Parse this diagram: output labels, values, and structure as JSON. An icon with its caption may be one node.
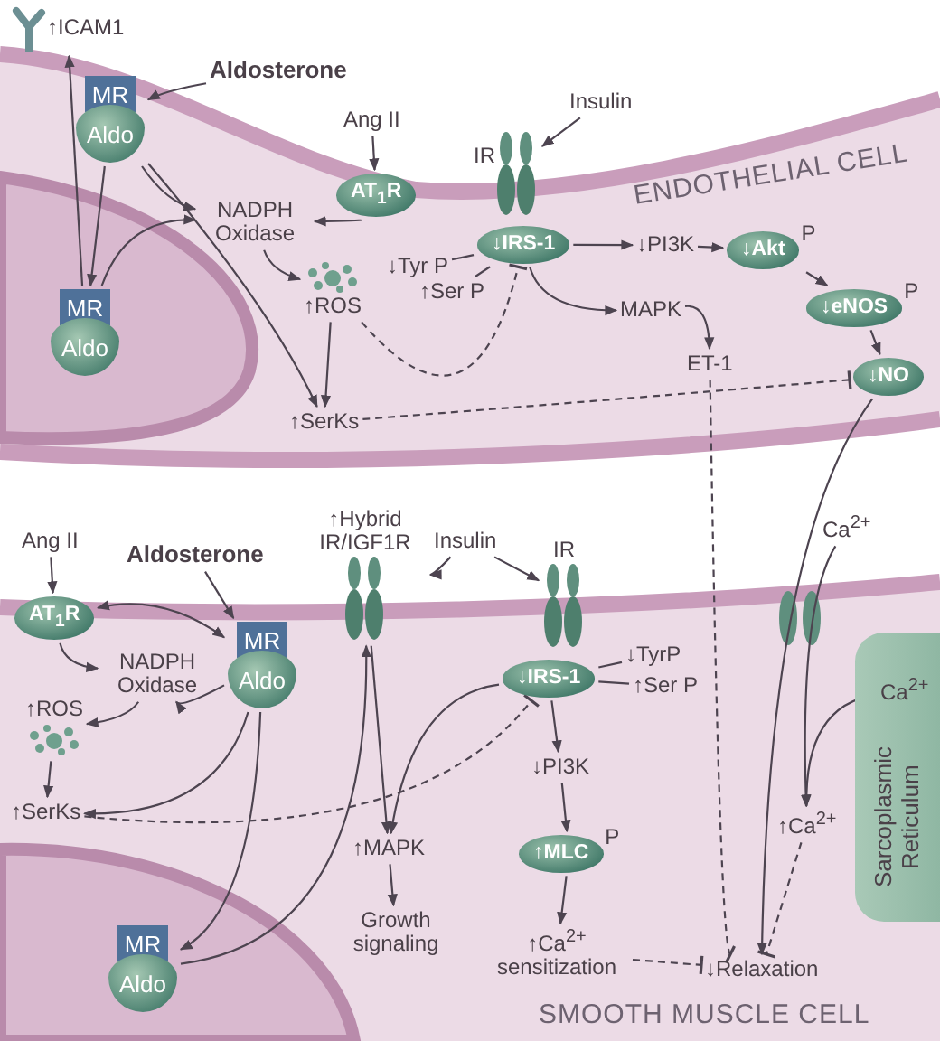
{
  "diagram": {
    "nodes": [
      {
        "text": [
          "↑ICAM1"
        ]
      },
      {
        "text": [
          "Aldosterone"
        ]
      },
      {
        "text": [
          "MR",
          "Aldo"
        ]
      },
      {
        "text": [
          "Ang II"
        ]
      },
      {
        "text": [
          "AT$_{1}$R"
        ]
      },
      {
        "text": [
          "Insulin"
        ]
      },
      {
        "text": [
          "IR"
        ]
      },
      {
        "text": [
          "NADPH Oxidase"
        ]
      },
      {
        "text": [
          "MR",
          "Aldo"
        ]
      },
      {
        "text": [
          "↑ROS"
        ]
      },
      {
        "text": [
          "↓Tyr P"
        ]
      },
      {
        "text": [
          "↑Ser P"
        ]
      },
      {
        "text": [
          "↓IRS-1"
        ]
      },
      {
        "text": [
          "↓PI3K"
        ]
      },
      {
        "text": [
          "↓Akt"
        ],
        "beside": [
          "P"
        ]
      },
      {
        "text": [
          "↓eNOS"
        ],
        "beside": [
          "P"
        ]
      },
      {
        "text": [
          "MAPK"
        ]
      },
      {
        "text": [
          "ET-1"
        ]
      },
      {
        "text": [
          "↓NO"
        ]
      },
      {
        "text": [
          "↑SerKs"
        ]
      },
      {
        "text": [
          "Ang II"
        ]
      },
      {
        "text": [
          "Aldosterone"
        ]
      },
      {
        "text": [
          "↑Hybrid IR/IGF1R"
        ]
      },
      {
        "text": [
          "Insulin"
        ]
      },
      {
        "text": [
          "IR"
        ]
      },
      {
        "text": [
          "AT$_{1}$R"
        ]
      },
      {
        "text": [
          "MR",
          "Aldo"
        ]
      },
      {
        "text": [
          "NADPH Oxidase"
        ]
      },
      {
        "text": [
          "↑ROS"
        ]
      },
      {
        "text": [
          "↓IRS-1"
        ]
      },
      {
        "text": [
          "↓TyrP"
        ]
      },
      {
        "text": [
          "↑Ser P"
        ]
      },
      {
        "text": [
          "↑SerKs"
        ]
      },
      {
        "text": [
          "↓PI3K"
        ]
      },
      {
        "text": [
          "↑MAPK"
        ]
      },
      {
        "text": [
          "↑MLC"
        ],
        "beside": [
          "P"
        ]
      },
      {
        "text": [
          "Ca$^{2+}$"
        ]
      },
      {
        "text": [
          "Sarcoplasmic Reticulum"
        ]
      },
      {
        "text": [
          "Ca$^{2+}$"
        ],
        "in": 37
      },
      {
        "text": [
          "↑Ca$^{2+}$"
        ]
      },
      {
        "text": [
          "Growth signaling"
        ]
      },
      {
        "text": [
          "↑Ca$^{2+}$ sensitization"
        ]
      },
      {
        "text": [
          "MR",
          "Aldo"
        ]
      },
      {
        "text": [
          "↓Relaxation"
        ]
      }
    ],
    "edges": [
      {
        "from": 1,
        "to": 2,
        "arrow": "to"
      },
      {
        "from": 2,
        "to": 8,
        "arrow": "to"
      },
      {
        "from": 2,
        "to": 7,
        "arrow": "to"
      },
      {
        "from": 8,
        "to": 7,
        "arrow": "to"
      },
      {
        "from": 2,
        "to": 19,
        "arrow": "to"
      },
      {
        "from": 8,
        "to": 0,
        "arrow": "to"
      },
      {
        "from": 3,
        "to": 4,
        "arrow": "to"
      },
      {
        "from": 4,
        "to": 7,
        "arrow": "to"
      },
      {
        "from": 7,
        "to": 9,
        "arrow": "to"
      },
      {
        "from": 9,
        "to": 19,
        "arrow": "to"
      },
      {
        "from": 9,
        "to": 12,
        "arrow": "other",
        "style": "dashed"
      },
      {
        "from": 19,
        "to": 18,
        "arrow": "other",
        "style": "dashed"
      },
      {
        "from": 5,
        "to": 6,
        "arrow": "to"
      },
      {
        "from": 10,
        "to": 12,
        "arrow": "none"
      },
      {
        "from": 11,
        "to": 12,
        "arrow": "none"
      },
      {
        "from": 12,
        "to": 13,
        "arrow": "to"
      },
      {
        "from": 13,
        "to": 14,
        "arrow": "to"
      },
      {
        "from": 14,
        "to": 15,
        "arrow": "to"
      },
      {
        "from": 15,
        "to": 18,
        "arrow": "to"
      },
      {
        "from": 12,
        "to": 16,
        "arrow": "to"
      },
      {
        "from": 16,
        "to": 17,
        "arrow": "to"
      },
      {
        "from": 17,
        "to": 43,
        "arrow": "other",
        "style": "dashed"
      },
      {
        "from": 18,
        "to": 43,
        "arrow": "to"
      },
      {
        "from": 20,
        "to": 25,
        "arrow": "to"
      },
      {
        "from": 21,
        "to": 26,
        "arrow": "to"
      },
      {
        "from": 25,
        "to": 26,
        "arrow": "both"
      },
      {
        "from": 25,
        "to": 27,
        "arrow": "to"
      },
      {
        "from": 26,
        "to": 27,
        "arrow": "to"
      },
      {
        "from": 27,
        "to": 28,
        "arrow": "to"
      },
      {
        "from": 28,
        "to": 32,
        "arrow": "to"
      },
      {
        "from": 26,
        "to": 32,
        "arrow": "to"
      },
      {
        "from": 26,
        "to": 42,
        "arrow": "to"
      },
      {
        "from": 42,
        "to": 22,
        "arrow": "to"
      },
      {
        "from": 23,
        "to": 22,
        "arrow": "to"
      },
      {
        "from": 23,
        "to": 24,
        "arrow": "to"
      },
      {
        "from": 22,
        "to": 34,
        "arrow": "to"
      },
      {
        "from": 29,
        "to": 34,
        "arrow": "to"
      },
      {
        "from": 34,
        "to": 40,
        "arrow": "to"
      },
      {
        "from": 32,
        "to": 29,
        "arrow": "other",
        "style": "dashed"
      },
      {
        "from": 29,
        "to": 33,
        "arrow": "to"
      },
      {
        "from": 33,
        "to": 35,
        "arrow": "to"
      },
      {
        "from": 35,
        "to": 41,
        "arrow": "to"
      },
      {
        "from": 41,
        "to": 43,
        "arrow": "other",
        "style": "dashed"
      },
      {
        "from": 36,
        "to": 39,
        "arrow": "to"
      },
      {
        "from": 38,
        "to": 39,
        "arrow": "to"
      },
      {
        "from": 39,
        "to": 43,
        "arrow": "other",
        "style": "dashed"
      },
      {
        "from": 30,
        "to": 29,
        "arrow": "none"
      },
      {
        "from": 31,
        "to": 29,
        "arrow": "none"
      }
    ],
    "labels": [
      "ENDOTHELIAL CELL",
      "SMOOTH MUSCLE CELL"
    ]
  }
}
